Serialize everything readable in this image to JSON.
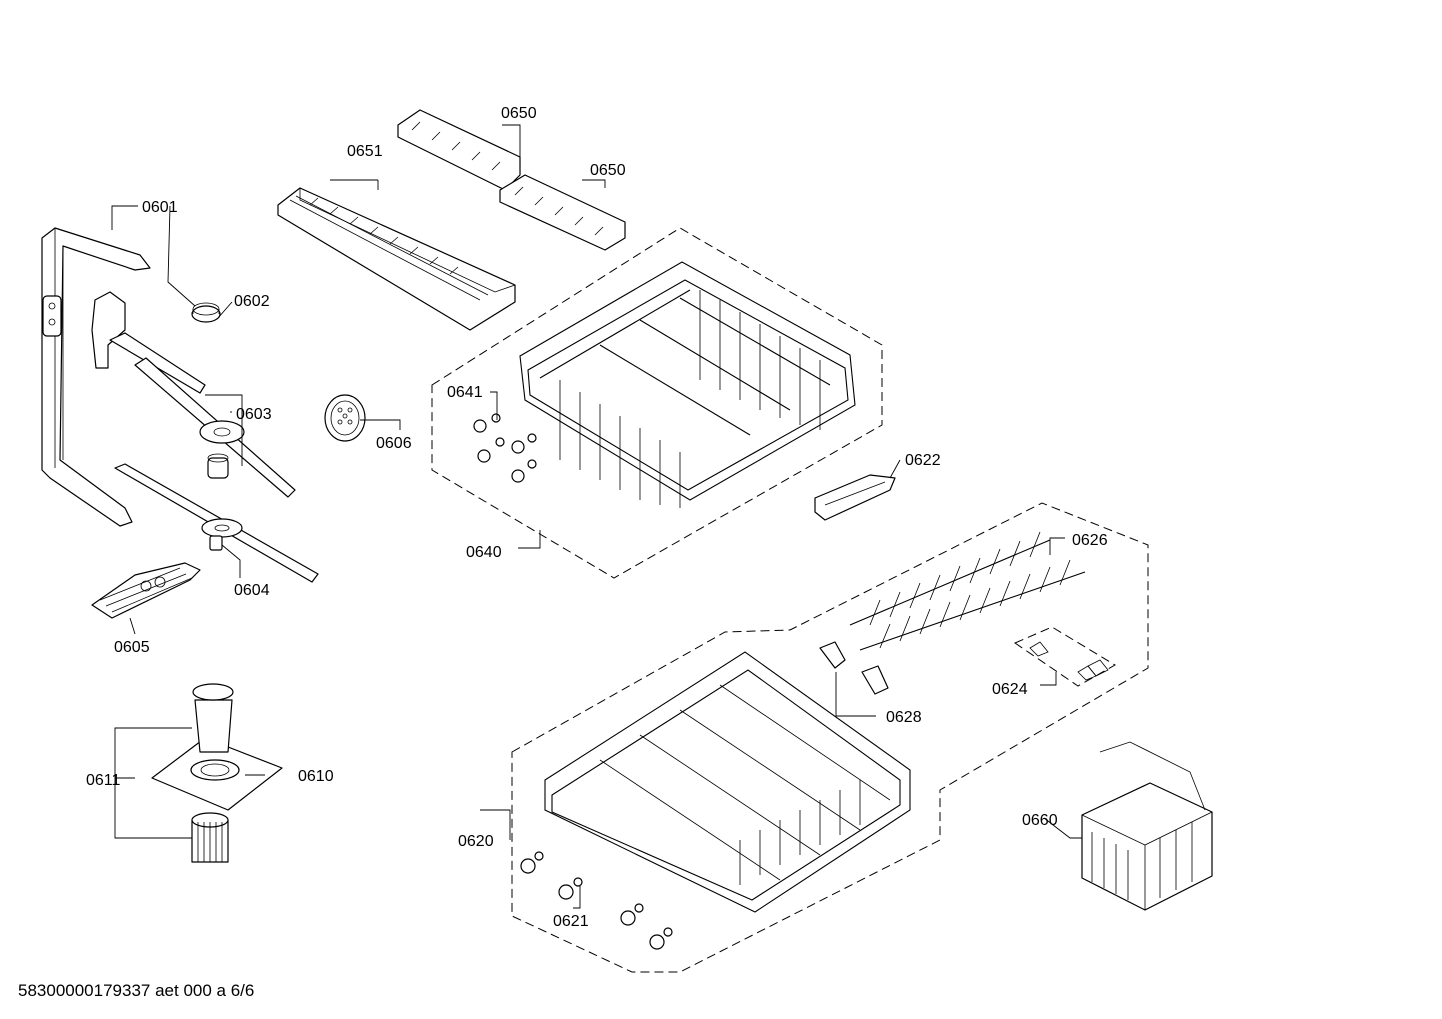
{
  "footer": {
    "document_code": "58300000179337 aet 000 a 6/6"
  },
  "parts": {
    "p0601": "0601",
    "p0602": "0602",
    "p0603": "0603",
    "p0604": "0604",
    "p0605": "0605",
    "p0606": "0606",
    "p0610": "0610",
    "p0611": "0611",
    "p0620": "0620",
    "p0621": "0621",
    "p0622": "0622",
    "p0624": "0624",
    "p0626": "0626",
    "p0628": "0628",
    "p0640": "0640",
    "p0641": "0641",
    "p0650a": "0650",
    "p0650b": "0650",
    "p0651": "0651",
    "p0660": "0660"
  }
}
